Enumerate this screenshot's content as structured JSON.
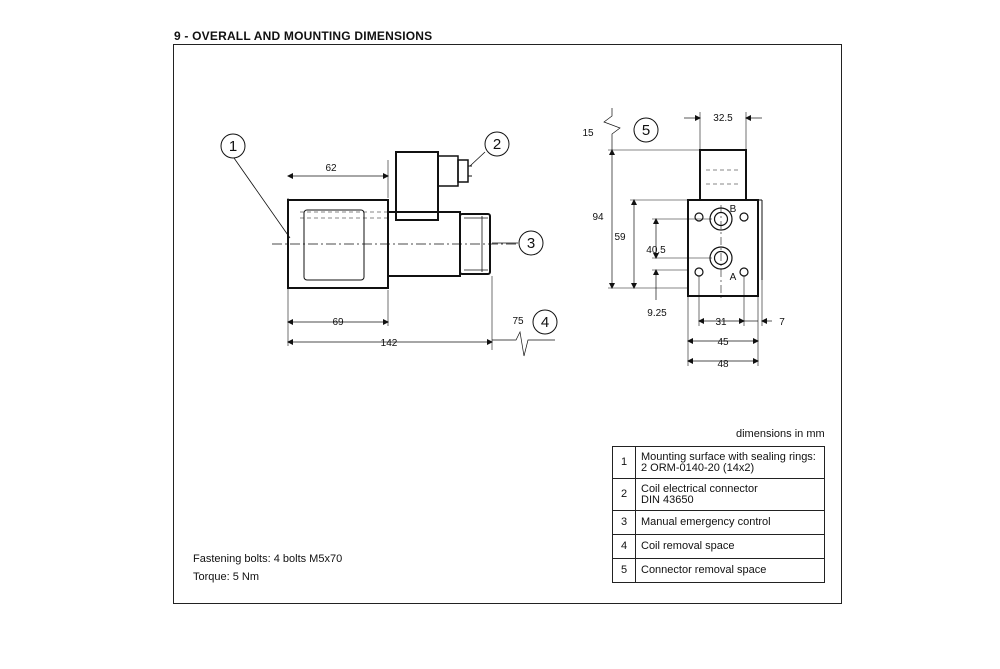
{
  "heading": "9 - OVERALL AND MOUNTING DIMENSIONS",
  "units_note": "dimensions in mm",
  "notes": {
    "fastening": "Fastening bolts: 4 bolts  M5x70",
    "torque": "Torque: 5 Nm"
  },
  "callouts": [
    "1",
    "2",
    "3",
    "4",
    "5"
  ],
  "dimensions": {
    "coil_width": "62",
    "coil_to_face": "69",
    "overall_length": "142",
    "coil_removal": "75",
    "connector_removal": "15",
    "height_total": "94",
    "height_59": "59",
    "height_40_5": "40.5",
    "offset_9_25": "9.25",
    "connector_width": "32.5",
    "width_31": "31",
    "offset_7": "7",
    "width_45": "45",
    "width_48": "48"
  },
  "port_labels": {
    "a": "A",
    "b": "B"
  },
  "legend": [
    {
      "num": "1",
      "lines": [
        "Mounting surface with sealing rings:",
        "2 ORM-0140-20 (14x2)"
      ]
    },
    {
      "num": "2",
      "lines": [
        "Coil electrical connector",
        "DIN 43650"
      ]
    },
    {
      "num": "3",
      "lines": [
        "Manual emergency control"
      ]
    },
    {
      "num": "4",
      "lines": [
        "Coil removal space"
      ]
    },
    {
      "num": "5",
      "lines": [
        "Connector removal space"
      ]
    }
  ]
}
